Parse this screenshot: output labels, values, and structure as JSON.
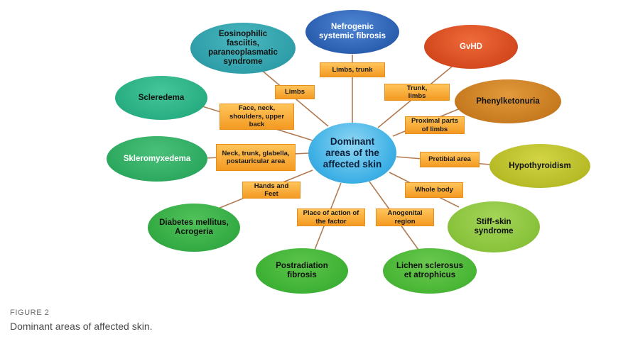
{
  "center": "Dominant areas of the affected skin",
  "conditions": [
    {
      "id": "nefrogenic",
      "label": "Nefrogenic systemic fibrosis",
      "color": "#2f67b8"
    },
    {
      "id": "gvhd",
      "label": "GvHD",
      "color": "#d64d22"
    },
    {
      "id": "phenylketonuria",
      "label": "Phenylketonuria",
      "color": "#c97a1e"
    },
    {
      "id": "hypothyroidism",
      "label": "Hypothyroidism",
      "color": "#b9bd28"
    },
    {
      "id": "stiff-skin",
      "label": "Stiff-skin syndrome",
      "color": "#8cc43a"
    },
    {
      "id": "lichen",
      "label": "Lichen sclerosus et atrophicus",
      "color": "#4fb83c"
    },
    {
      "id": "postradiation",
      "label": "Postradiation fibrosis",
      "color": "#3fb33c"
    },
    {
      "id": "diabetes",
      "label": "Diabetes mellitus, Acrogeria",
      "color": "#34ad44"
    },
    {
      "id": "skleromyxedema",
      "label": "Skleromyxedema",
      "color": "#2faa62"
    },
    {
      "id": "scleredema",
      "label": "Scleredema",
      "color": "#2ab083"
    },
    {
      "id": "eosinophilic",
      "label": "Eosinophilic fasciitis, paraneoplasmatic syndrome",
      "color": "#30a0a9"
    }
  ],
  "areas": [
    {
      "id": "limbs-trunk",
      "label": "Limbs, trunk"
    },
    {
      "id": "trunk-limbs",
      "label": "Trunk, limbs"
    },
    {
      "id": "proximal",
      "label": "Proximal parts of limbs"
    },
    {
      "id": "pretibial",
      "label": "Pretibial area"
    },
    {
      "id": "whole-body",
      "label": "Whole body"
    },
    {
      "id": "anogenital",
      "label": "Anogenital region"
    },
    {
      "id": "place-of-action",
      "label": "Place of action of the factor"
    },
    {
      "id": "hands-feet",
      "label": "Hands and Feet"
    },
    {
      "id": "neck-trunk",
      "label": "Neck, trunk, glabella, postauricular area"
    },
    {
      "id": "face-neck",
      "label": "Face, neck, shoulders, upper back"
    },
    {
      "id": "limbs",
      "label": "Limbs"
    }
  ],
  "caption": {
    "label": "FIGURE 2",
    "text": "Dominant areas of affected skin."
  }
}
